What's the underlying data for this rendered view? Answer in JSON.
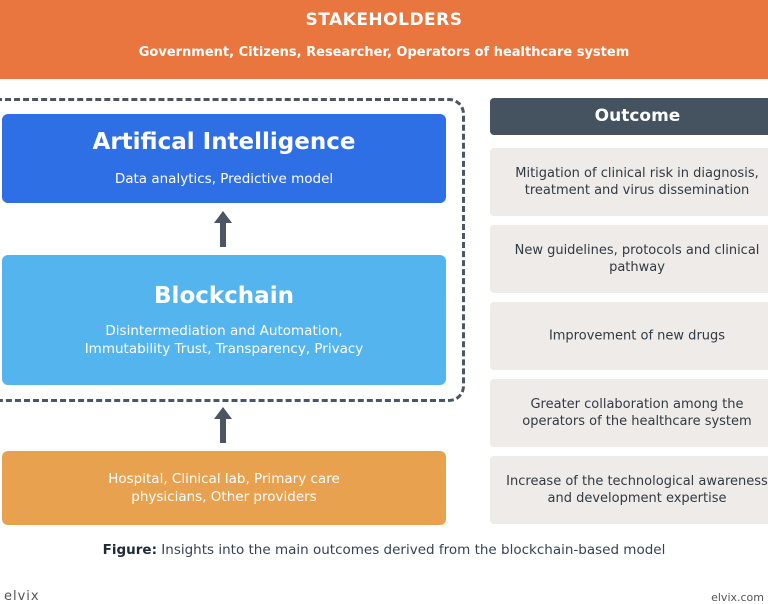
{
  "stakeholders": {
    "title": "STAKEHOLDERS",
    "subtitle": "Government, Citizens, Researcher, Operators of healthcare system"
  },
  "ai": {
    "title": "Artifical Intelligence",
    "text": "Data analytics, Predictive model"
  },
  "blockchain": {
    "title": "Blockchain",
    "line1": "Disintermediation and Automation,",
    "line2": "Immutability Trust, Transparency, Privacy"
  },
  "providers": {
    "line1": "Hospital, Clinical lab, Primary care",
    "line2": "physicians, Other providers"
  },
  "outcome": {
    "header": "Outcome",
    "items": [
      {
        "line1": "Mitigation of clinical risk in diagnosis,",
        "line2": "treatment and virus dissemination"
      },
      {
        "line1": "New guidelines, protocols and clinical",
        "line2": "pathway"
      },
      {
        "line1": "Improvement of new drugs",
        "line2": ""
      },
      {
        "line1": "Greater collaboration among the",
        "line2": "operators of the healthcare system"
      },
      {
        "line1": "Increase of the technological awareness",
        "line2": "and development expertise"
      }
    ]
  },
  "caption": {
    "label": "Figure:",
    "text": " Insights into the main outcomes derived from the blockchain-based model"
  },
  "footer": {
    "brand": "elvix",
    "site": "elvix.com"
  },
  "colors": {
    "banner": "#e9753f",
    "ai": "#2f6fe6",
    "blockchain": "#54b5ee",
    "providers": "#e8a14e",
    "outcome_header": "#455260",
    "outcome_item": "#efebe8",
    "arrow": "#4b5563"
  }
}
